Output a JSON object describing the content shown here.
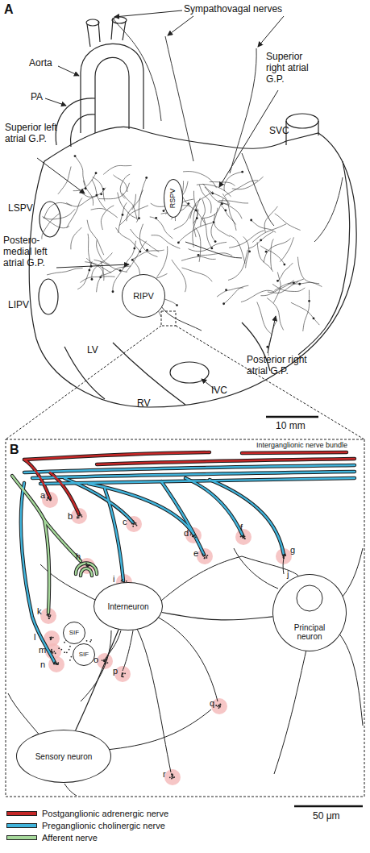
{
  "diagram": {
    "nodes": [
      {
        "text": [
          "RSPV"
        ]
      },
      {
        "text": [
          "RIPV"
        ]
      },
      {
        "text": [
          "Interneuron"
        ]
      },
      {
        "text": [
          "Principal neuron"
        ]
      },
      {
        "text": [
          "SIF"
        ]
      },
      {
        "text": [
          "SIF"
        ]
      },
      {
        "text": [
          "Sensory neuron"
        ]
      }
    ],
    "edges": [
      {
        "from": 2,
        "to": 3,
        "arrow": "none"
      },
      {
        "from": 6,
        "to": 2,
        "arrow": "none"
      }
    ],
    "labels": [
      "A",
      "Sympathovagal nerves",
      "Aorta",
      "PA",
      "Superior left atrial G.P.",
      "Superior right atrial G.P.",
      "SVC",
      "LSPV",
      "Postero-medial left atrial G.P.",
      "LIPV",
      "LV",
      "RV",
      "IVC",
      "Posterior right atrial G.P.",
      "10 mm",
      "B",
      "Interganglionic nerve bundle",
      "a",
      "b",
      "c",
      "d",
      "e",
      "f",
      "g",
      "h",
      "i",
      "j",
      "k",
      "l",
      "m",
      "n",
      "o",
      "p",
      "q",
      "r",
      "50 μm"
    ],
    "legend": [
      {
        "text": "Postganglionic adrenergic nerve",
        "color": "#c62828"
      },
      {
        "text": "Preganglionic cholinergic nerve",
        "color": "#40b4dc"
      },
      {
        "text": "Afferent nerve",
        "color": "#a6d99b"
      }
    ]
  }
}
